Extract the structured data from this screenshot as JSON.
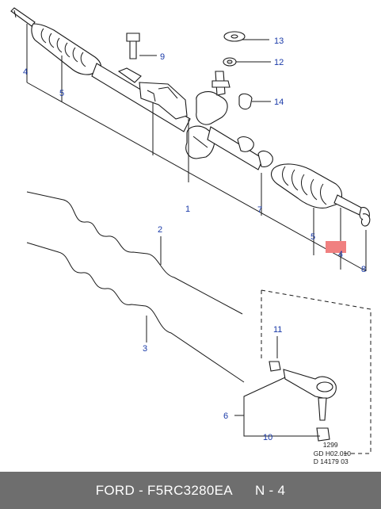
{
  "callouts": {
    "c1": "1",
    "c2": "2",
    "c3": "3",
    "c4a": "4",
    "c4b": "4",
    "c5a": "5",
    "c5b": "5",
    "c6": "6",
    "c7": "7",
    "c8": "8",
    "c9": "9",
    "c10": "10",
    "c11": "11",
    "c12": "12",
    "c13": "13",
    "c14": "14"
  },
  "reference_codes": [
    "1299",
    "GD H02.010",
    "D 14179 03"
  ],
  "footer": {
    "part_label": "FORD - F5RC3280EA",
    "position_label": "N - 4"
  },
  "colors": {
    "callout_text": "#1a3aa8",
    "highlight": "#f08080",
    "footer_bg": "#6e6e6e"
  }
}
